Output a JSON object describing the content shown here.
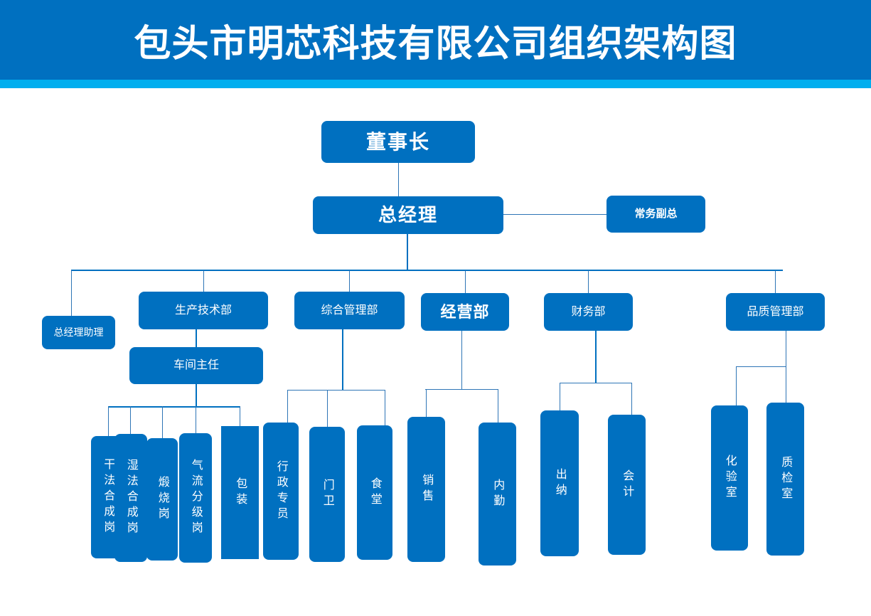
{
  "header": {
    "title": "包头市明芯科技有限公司组织架构图",
    "banner_color": "#0070c0",
    "stripe_color": "#00aeef"
  },
  "theme": {
    "node_fill": "#0070c0",
    "node_text": "#ffffff",
    "connector_color": "#2e75b6",
    "background": "#ffffff"
  },
  "chart_data": {
    "type": "org-chart",
    "title": "包头市明芯科技有限公司组织架构图",
    "nodes": [
      {
        "id": "chairman",
        "label": "董事长",
        "level": 1,
        "parent": null
      },
      {
        "id": "gm",
        "label": "总经理",
        "level": 2,
        "parent": "chairman"
      },
      {
        "id": "deputy_gm",
        "label": "常务副总",
        "level": 2,
        "parent": "gm",
        "relation": "staff-right"
      },
      {
        "id": "gm_assistant",
        "label": "总经理助理",
        "level": 3,
        "parent": "gm"
      },
      {
        "id": "dept_production",
        "label": "生产技术部",
        "level": 3,
        "parent": "gm"
      },
      {
        "id": "dept_admin",
        "label": "综合管理部",
        "level": 3,
        "parent": "gm"
      },
      {
        "id": "dept_business",
        "label": "经营部",
        "level": 3,
        "parent": "gm"
      },
      {
        "id": "dept_finance",
        "label": "财务部",
        "level": 3,
        "parent": "gm"
      },
      {
        "id": "dept_quality",
        "label": "品质管理部",
        "level": 3,
        "parent": "gm"
      },
      {
        "id": "workshop_director",
        "label": "车间主任",
        "level": 4,
        "parent": "dept_production"
      },
      {
        "id": "post_dry",
        "label": "干法合成岗",
        "level": 5,
        "parent": "workshop_director"
      },
      {
        "id": "post_wet",
        "label": "湿法合成岗",
        "level": 5,
        "parent": "workshop_director"
      },
      {
        "id": "post_calcine",
        "label": "煅烧岗",
        "level": 5,
        "parent": "workshop_director"
      },
      {
        "id": "post_airflow",
        "label": "气流分级岗",
        "level": 5,
        "parent": "workshop_director"
      },
      {
        "id": "post_packing",
        "label": "包装",
        "level": 5,
        "parent": "workshop_director"
      },
      {
        "id": "post_admin_officer",
        "label": "行政专员",
        "level": 4,
        "parent": "dept_admin"
      },
      {
        "id": "post_guard",
        "label": "门卫",
        "level": 4,
        "parent": "dept_admin"
      },
      {
        "id": "post_canteen",
        "label": "食堂",
        "level": 4,
        "parent": "dept_admin"
      },
      {
        "id": "post_sales",
        "label": "销售",
        "level": 4,
        "parent": "dept_business"
      },
      {
        "id": "post_inside",
        "label": "内勤",
        "level": 4,
        "parent": "dept_business"
      },
      {
        "id": "post_cashier",
        "label": "出纳",
        "level": 4,
        "parent": "dept_finance"
      },
      {
        "id": "post_accountant",
        "label": "会计",
        "level": 4,
        "parent": "dept_finance"
      },
      {
        "id": "post_lab",
        "label": "化验室",
        "level": 4,
        "parent": "dept_quality"
      },
      {
        "id": "post_inspection",
        "label": "质检室",
        "level": 4,
        "parent": "dept_quality"
      }
    ]
  }
}
